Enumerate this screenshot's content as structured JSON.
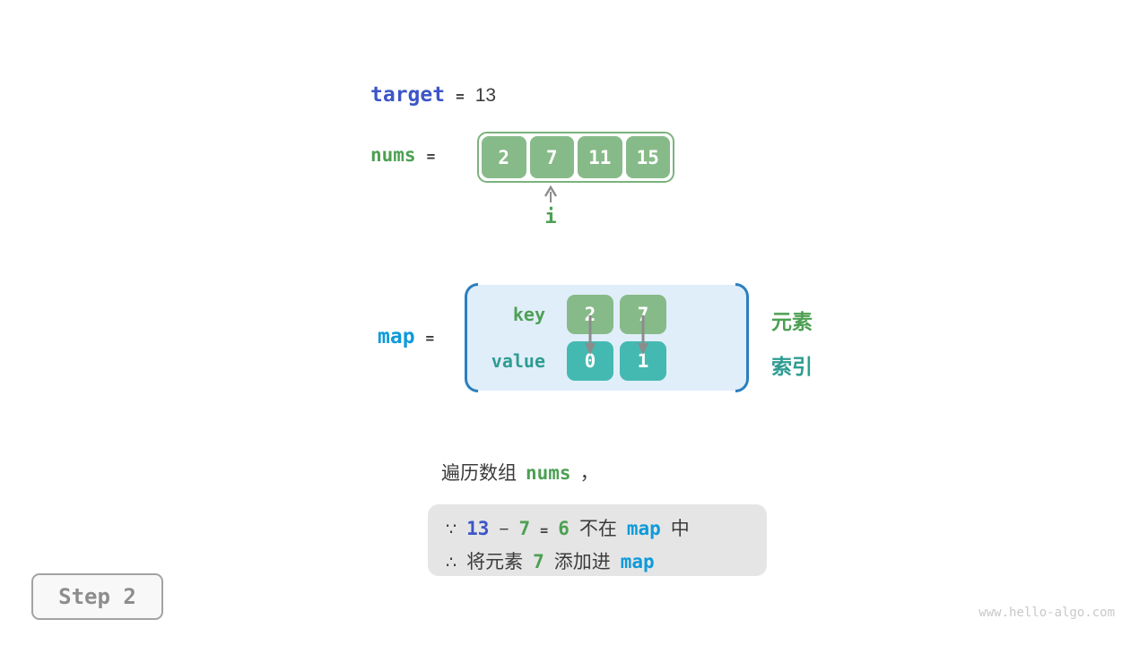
{
  "target_line": {
    "keyword": "target",
    "equals": "=",
    "value": "13"
  },
  "nums_line": {
    "keyword": "nums",
    "equals": "=",
    "values": [
      "2",
      "7",
      "11",
      "15"
    ],
    "pointer_label": "i"
  },
  "map_section": {
    "keyword": "map",
    "equals": "=",
    "key_label": "key",
    "value_label": "value",
    "keys": [
      "2",
      "7"
    ],
    "values": [
      "0",
      "1"
    ],
    "element_label": "元素",
    "index_label": "索引"
  },
  "note_line": {
    "prefix": "遍历数组",
    "code": "nums",
    "comma": "，"
  },
  "reasoning_box": {
    "because": "∵",
    "therefore": "∴",
    "line1": {
      "target": "13",
      "minus": "−",
      "element": "7",
      "equals": "=",
      "result": "6",
      "not_in": "不在",
      "map": "map",
      "suffix": "中"
    },
    "line2": {
      "prefix": "将元素",
      "element": "7",
      "action": "添加进",
      "map": "map"
    }
  },
  "step_badge": "Step 2",
  "watermark": "www.hello-algo.com",
  "colors": {
    "keyword_blue": "#3c56c8",
    "bright_blue": "#0f9ada",
    "green_text": "#4da053",
    "teal_text": "#2e9c92",
    "green_box": "#87ba89",
    "teal_box": "#44b9b1",
    "map_fill": "#e0eef9",
    "bracket_blue": "#2a7fc0",
    "dark_text": "#3c3c3c",
    "note_box_fill": "#e5e5e5"
  }
}
